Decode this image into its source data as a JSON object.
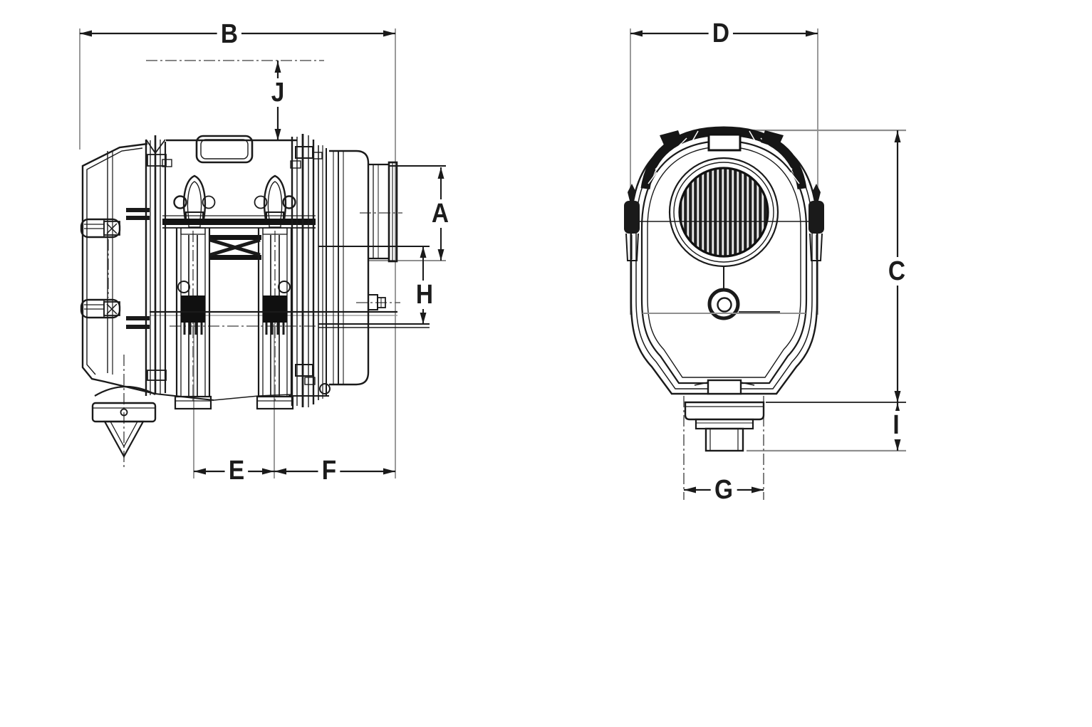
{
  "page": {
    "background": "#ffffff"
  },
  "colors": {
    "line": "#1a1a1a",
    "extension_line": "#8f8f8f",
    "centerline": "#5f5f5f",
    "label_text": "#1c1c1c"
  },
  "drawing": {
    "type": "technical-dimension-drawing",
    "views": [
      {
        "id": "side-view",
        "dimension_labels": [
          "B",
          "J",
          "A",
          "H",
          "E",
          "F"
        ]
      },
      {
        "id": "front-view",
        "dimension_labels": [
          "D",
          "C",
          "I",
          "G"
        ]
      }
    ]
  },
  "dims": {
    "A": "A",
    "B": "B",
    "C": "C",
    "D": "D",
    "E": "E",
    "F": "F",
    "G": "G",
    "H": "H",
    "I": "I",
    "J": "J"
  }
}
